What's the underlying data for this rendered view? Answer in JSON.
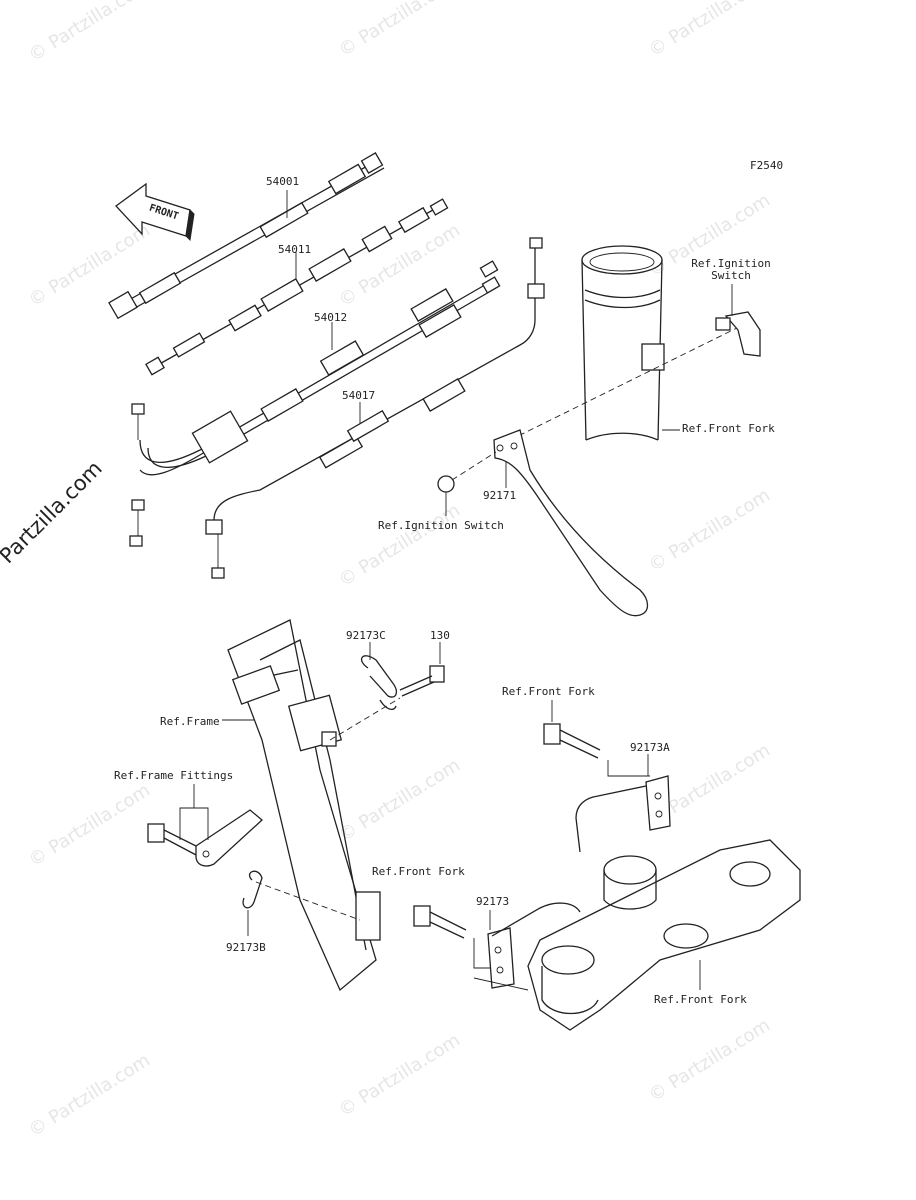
{
  "figure_id": "F2540",
  "front_badge": "FRONT",
  "watermark": "© Partzilla.com",
  "labels": {
    "p54001": "54001",
    "p54011": "54011",
    "p54012": "54012",
    "p54017": "54017",
    "p92171": "92171",
    "p92173C": "92173C",
    "p130": "130",
    "p92173A": "92173A",
    "p92173": "92173",
    "p92173B": "92173B",
    "ref_ignition_switch_top_1": "Ref.Ignition",
    "ref_ignition_switch_top_2": "Switch",
    "ref_ignition_switch_mid": "Ref.Ignition Switch",
    "ref_front_fork_1": "Ref.Front Fork",
    "ref_front_fork_2": "Ref.Front Fork",
    "ref_front_fork_3": "Ref.Front Fork",
    "ref_front_fork_4": "Ref.Front Fork",
    "ref_frame": "Ref.Frame",
    "ref_frame_fittings": "Ref.Frame Fittings"
  }
}
